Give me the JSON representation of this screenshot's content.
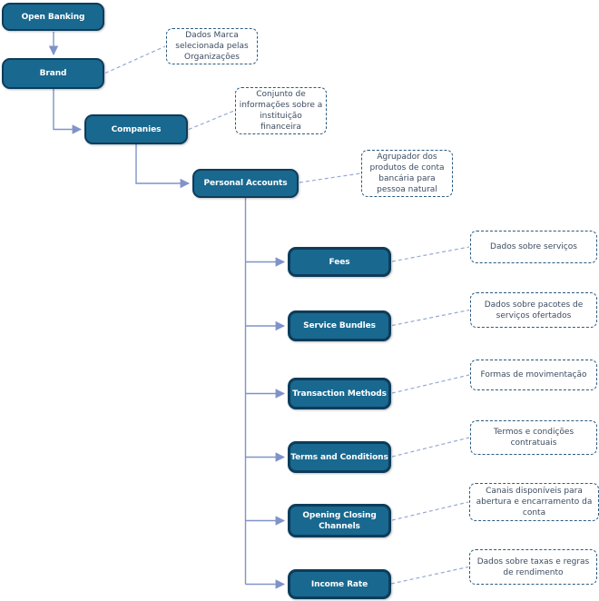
{
  "nodes": {
    "open_banking": {
      "label": "Open Banking"
    },
    "brand": {
      "label": "Brand"
    },
    "companies": {
      "label": "Companies"
    },
    "personal_accounts": {
      "label": "Personal Accounts"
    },
    "fees": {
      "label": "Fees"
    },
    "service_bundles": {
      "label": "Service Bundles"
    },
    "transaction_methods": {
      "label": "Transaction Methods"
    },
    "terms_and_conditions": {
      "label": "Terms and Conditions"
    },
    "opening_closing_channels": {
      "label": "Opening Closing\nChannels"
    },
    "income_rate": {
      "label": "Income Rate"
    }
  },
  "notes": {
    "brand": "Dados Marca\nselecionada pelas\nOrganizações",
    "companies": "Conjunto de\ninformações sobre a\ninstituição\nfinanceira",
    "personal_accounts": "Agrupador dos\nprodutos de conta\nbancária para\npessoa natural",
    "fees": "Dados sobre serviços",
    "service_bundles": "Dados sobre pacotes de\nserviços ofertados",
    "transaction_methods": "Formas de movimentação",
    "terms_and_conditions": "Termos e condições\ncontratuais",
    "opening_closing_channels": "Canais disponíveis para\nabertura e encarramento da\nconta",
    "income_rate": "Dados sobre taxas e regras\nde rendimento"
  },
  "colors": {
    "node_fill": "#19688F",
    "node_border": "#0D3C5B",
    "node_text": "#FFFFFF",
    "tree_connector": "#8093C8",
    "note_connector": "#97A9D6",
    "note_border": "#2B5A7F",
    "note_text": "#3C4C60",
    "background": "#FFFFFF"
  }
}
